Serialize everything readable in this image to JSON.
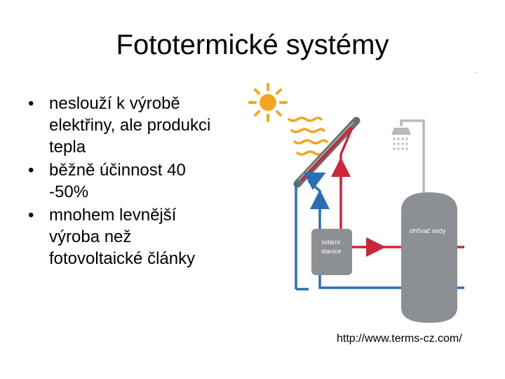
{
  "slide": {
    "title": "Fototermické systémy",
    "dot": ".",
    "bullets": [
      "neslouží k výrobě elektřiny, ale produkci tepla",
      "běžně účinnost 40 -50%",
      "mnohem levnější výroba než fotovoltaické články"
    ],
    "source_url": "http://www.terms-cz.com/"
  },
  "diagram": {
    "solar_station_label": [
      "solární",
      "stanice"
    ],
    "water_heater_label": "ohřívač vody",
    "colors": {
      "hot": "#c8283a",
      "cold": "#2a6fb4",
      "pipe_gray": "#b9b9b9",
      "tank": "#8c8f93",
      "sun": "#f2a623"
    }
  }
}
